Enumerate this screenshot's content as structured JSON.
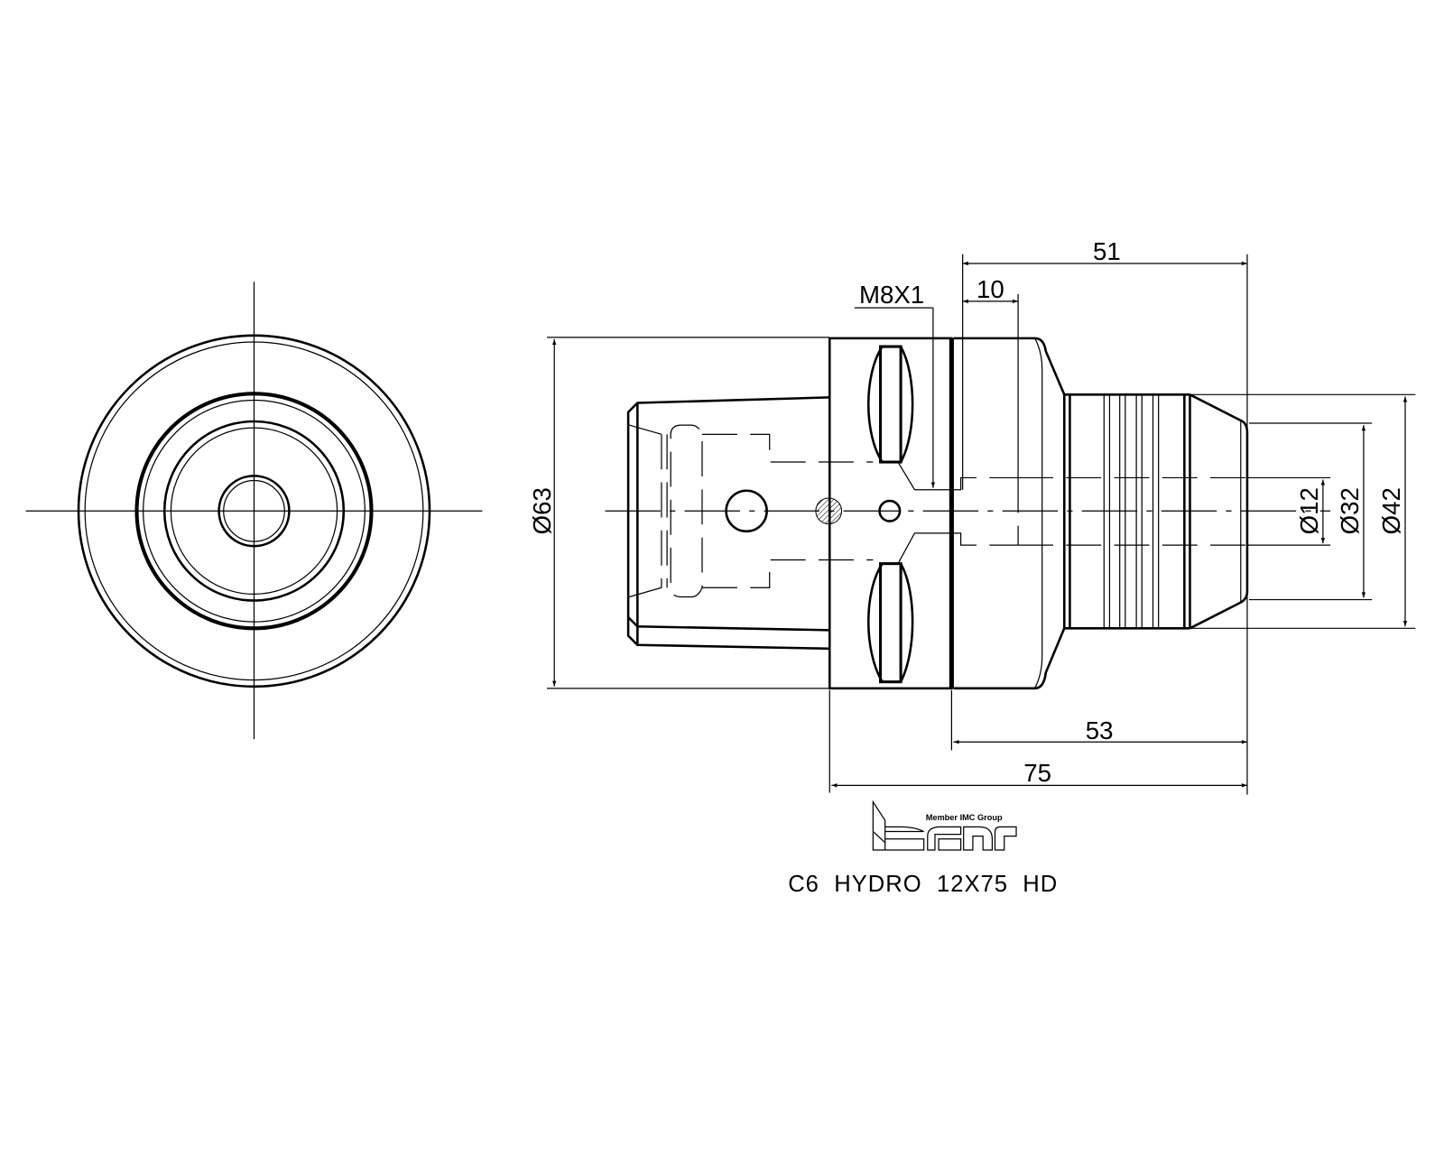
{
  "drawing": {
    "part_designation": "C6  HYDRO  12X75  HD",
    "thread_callout": "M8X1",
    "dimensions": {
      "length_51": "51",
      "length_10": "10",
      "length_53": "53",
      "length_75": "75",
      "dia_63": "Ø63",
      "dia_12": "Ø12",
      "dia_32": "Ø32",
      "dia_42": "Ø42"
    }
  },
  "logo": {
    "brand": "ISCAR",
    "tagline": "Member IMC Group"
  }
}
